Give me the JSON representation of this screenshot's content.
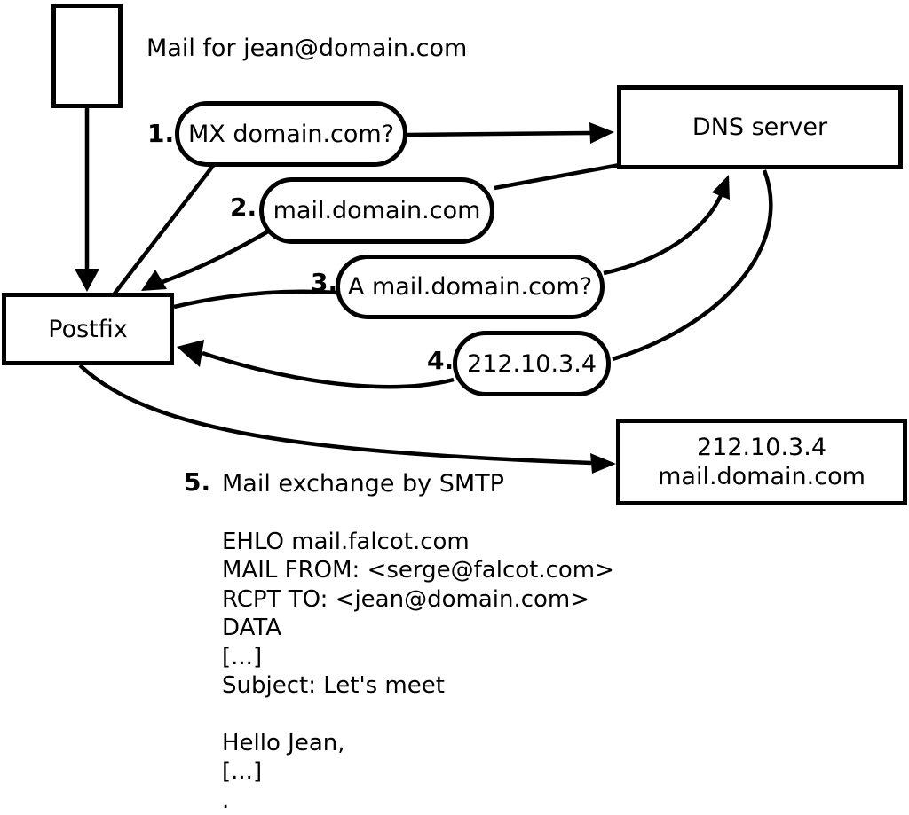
{
  "diagram": {
    "mail_label": "Mail for jean@domain.com",
    "postfix_label": "Postfix",
    "dns_label": "DNS server",
    "dest_line1": "212.10.3.4",
    "dest_line2": "mail.domain.com",
    "steps": [
      {
        "num": "1.",
        "label": "MX domain.com?"
      },
      {
        "num": "2.",
        "label": "mail.domain.com"
      },
      {
        "num": "3.",
        "label": "A mail.domain.com?"
      },
      {
        "num": "4.",
        "label": "212.10.3.4"
      },
      {
        "num": "5.",
        "label": "Mail exchange by SMTP"
      }
    ],
    "smtp_session": [
      "EHLO mail.falcot.com",
      "MAIL FROM: <serge@falcot.com>",
      "RCPT TO: <jean@domain.com>",
      "DATA",
      "[...]",
      "Subject: Let's meet",
      "",
      "Hello Jean,",
      "[...]",
      "."
    ]
  }
}
